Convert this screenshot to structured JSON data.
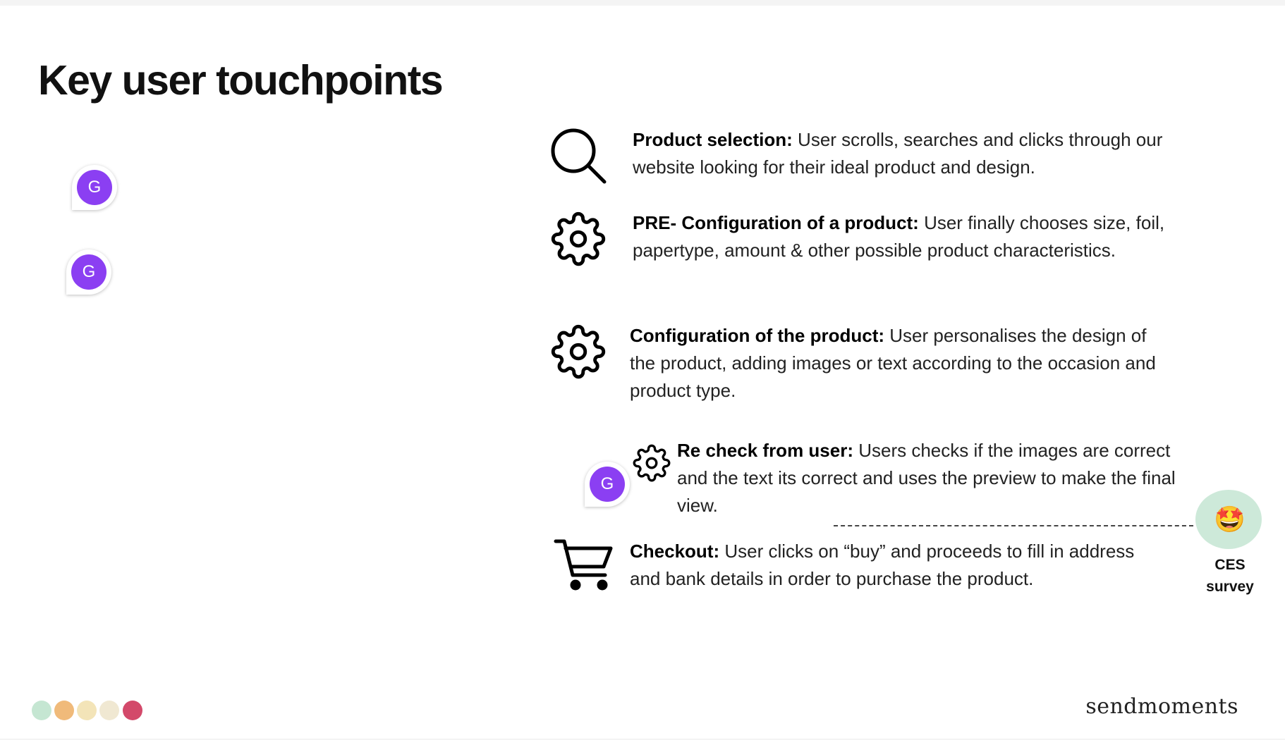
{
  "slide": {
    "title": "Key user touchpoints",
    "comment_initial": "G",
    "items": [
      {
        "heading": "Product selection:",
        "body": " User scrolls, searches and clicks through our website looking for their ideal product and design.",
        "icon": "search-icon"
      },
      {
        "heading": "PRE- Configuration of a product:",
        "body": " User finally chooses size, foil, papertype, amount & other possible product characteristics.",
        "icon": "gear-icon"
      },
      {
        "heading": "Configuration of the product:",
        "body": " User personalises the design of the product, adding images or text according to the occasion and product type.",
        "icon": "gear-icon"
      },
      {
        "heading": "Re check from user:",
        "body": " Users checks if the images are correct and the text its correct and uses the preview to make the final view.",
        "icon": "gear-icon"
      },
      {
        "heading": "Checkout:",
        "body": " User clicks on “buy” and proceeds to fill in address and bank details in order to purchase the product.",
        "icon": "cart-icon"
      }
    ],
    "ces": {
      "emoji": "🤩",
      "label_line1": "CES",
      "label_line2": "survey",
      "color": "#cde9d9"
    },
    "palette": [
      "#c5e6d2",
      "#f0ba7a",
      "#f3e4b8",
      "#f0e8d2",
      "#d3496a"
    ],
    "brand": "sendmoments",
    "accent": "#8b3ff2"
  }
}
